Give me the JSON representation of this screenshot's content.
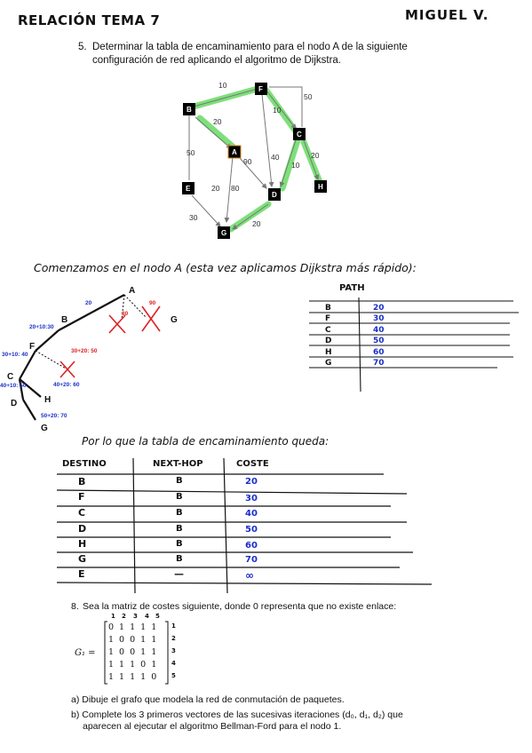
{
  "header": {
    "title": "RELACIÓN TEMA 7",
    "author": "MIGUEL V."
  },
  "problem5": {
    "number": "5.",
    "text_line1": "Determinar la tabla de encaminamiento para el nodo A de la siguiente",
    "text_line2": "configuración de red aplicando el algoritmo de Dijkstra.",
    "graph": {
      "nodes": [
        "F",
        "B",
        "A",
        "C",
        "E",
        "D",
        "H",
        "G"
      ],
      "edge_weights": [
        "10",
        "50",
        "10",
        "20",
        "50",
        "90",
        "40",
        "10",
        "20",
        "20",
        "80",
        "30",
        "20"
      ]
    }
  },
  "solution": {
    "intro": "Comenzamos en el nodo A (esta vez aplicamos Dijkstra más rápido):",
    "tree_labels": [
      "A",
      "B",
      "F",
      "C",
      "D",
      "H",
      "G",
      "G",
      "20",
      "20+10:30",
      "30+10: 40",
      "30+20: 50",
      "40+20: 60",
      "40+10: 50",
      "50+20: 70",
      "90",
      "80"
    ],
    "path_table": {
      "title": "PATH",
      "rows": [
        {
          "node": "B",
          "cost": "20"
        },
        {
          "node": "F",
          "cost": "30"
        },
        {
          "node": "C",
          "cost": "40"
        },
        {
          "node": "D",
          "cost": "50"
        },
        {
          "node": "H",
          "cost": "60"
        },
        {
          "node": "G",
          "cost": "70"
        }
      ]
    },
    "routing_intro": "Por lo que la tabla de encaminamiento queda:",
    "routing_table": {
      "headers": [
        "DESTINO",
        "NEXT-HOP",
        "COSTE"
      ],
      "rows": [
        {
          "dest": "B",
          "hop": "B",
          "cost": "20"
        },
        {
          "dest": "F",
          "hop": "B",
          "cost": "30"
        },
        {
          "dest": "C",
          "hop": "B",
          "cost": "40"
        },
        {
          "dest": "D",
          "hop": "B",
          "cost": "50"
        },
        {
          "dest": "H",
          "hop": "B",
          "cost": "60"
        },
        {
          "dest": "G",
          "hop": "B",
          "cost": "70"
        },
        {
          "dest": "E",
          "hop": "—",
          "cost": "∞"
        }
      ]
    }
  },
  "problem8": {
    "number": "8.",
    "text": "Sea la matriz de costes siguiente, donde 0 representa que no existe enlace:",
    "matrix_label": "G₁ =",
    "col_indices": [
      "1",
      "2",
      "3",
      "4",
      "5"
    ],
    "row_indices": [
      "1",
      "2",
      "3",
      "4",
      "5"
    ],
    "matrix": [
      [
        "0",
        "1",
        "1",
        "1",
        "1"
      ],
      [
        "1",
        "0",
        "0",
        "1",
        "1"
      ],
      [
        "1",
        "0",
        "0",
        "1",
        "1"
      ],
      [
        "1",
        "1",
        "1",
        "0",
        "1"
      ],
      [
        "1",
        "1",
        "1",
        "1",
        "0"
      ]
    ],
    "part_a": "a) Dibuje el grafo que modela la red de conmutación de paquetes.",
    "part_b_line1": "b) Complete los 3 primeros vectores de las sucesivas iteraciones (d₀, d₁, d₂) que",
    "part_b_line2": "aparecen al ejecutar el algoritmo Bellman-Ford para el nodo 1."
  }
}
